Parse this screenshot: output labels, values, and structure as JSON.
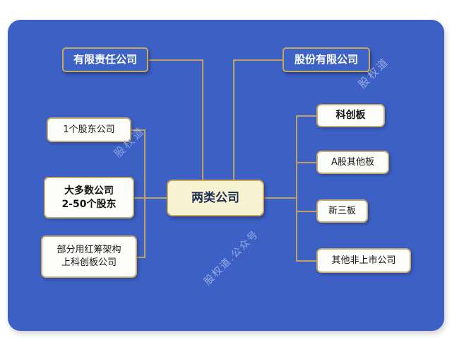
{
  "panel": {
    "page_bg": "#ffffff",
    "panel_color": "#3c60c4",
    "connector_color": "#c2a263",
    "border_gold": "#c9a85c",
    "center_fill": "#f7f2cf"
  },
  "center_node": {
    "label": "两类公司"
  },
  "top_nodes": {
    "left": {
      "label": "有限责任公司"
    },
    "right": {
      "label": "股份有限公司"
    }
  },
  "left_nodes": [
    {
      "label": "1个股东公司"
    },
    {
      "label": "大多数公司\n2-50个股东"
    },
    {
      "label": "部分用红筹架构\n上科创板公司"
    }
  ],
  "right_nodes": [
    {
      "label": "科创板"
    },
    {
      "label": "A股其他板"
    },
    {
      "label": "新三板"
    },
    {
      "label": "其他非上市公司"
    }
  ],
  "watermarks": {
    "top_right": "股权道",
    "mid_left": "股权道",
    "bottom": "股权道.公众号"
  }
}
